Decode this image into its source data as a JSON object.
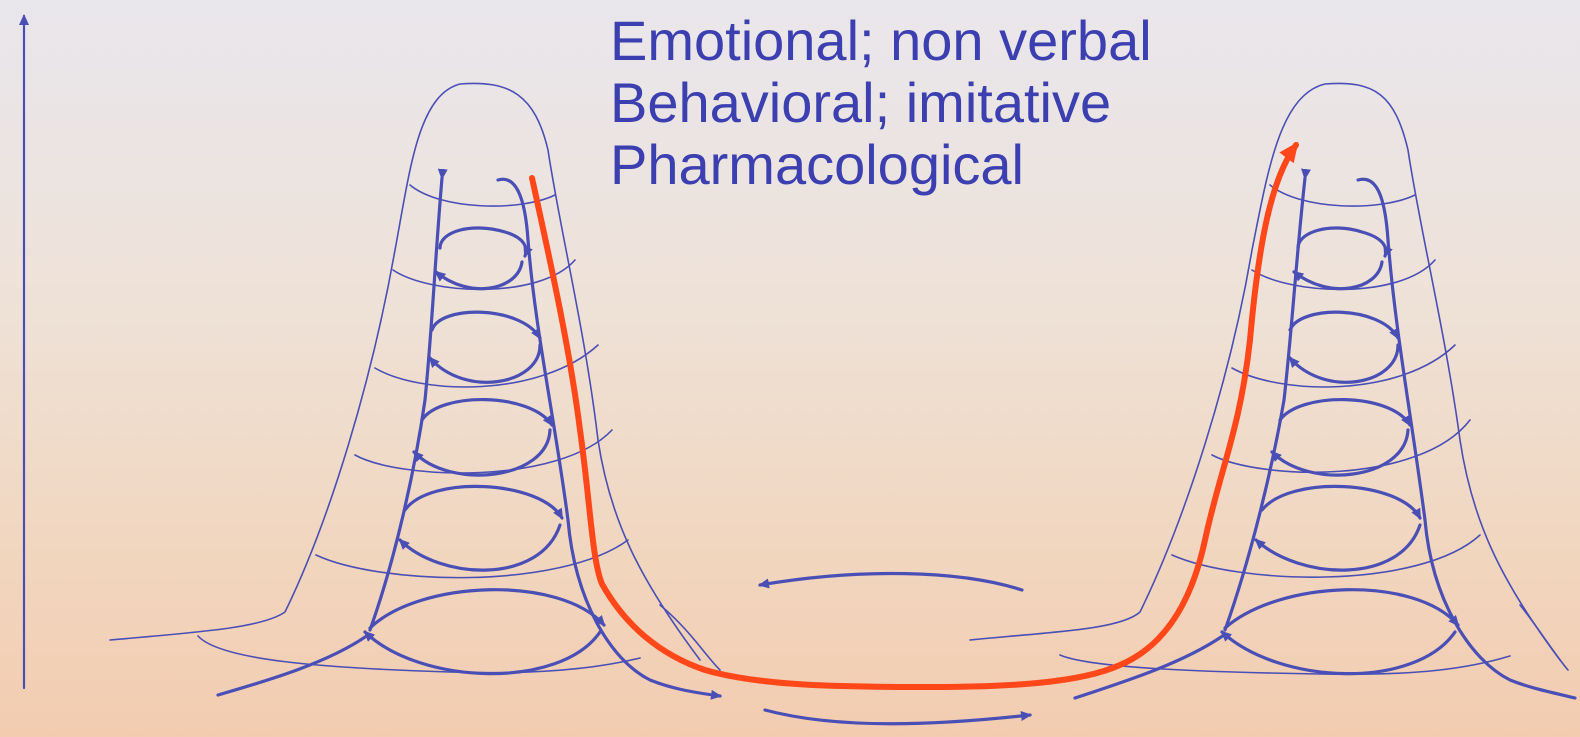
{
  "text_lines": [
    "Emotional; non verbal",
    "Behavioral; imitative",
    "Pharmacological"
  ],
  "colors": {
    "diagram_line": "#4a4fb6",
    "text": "#3b3fb0",
    "highlight_path": "#ff4719"
  }
}
